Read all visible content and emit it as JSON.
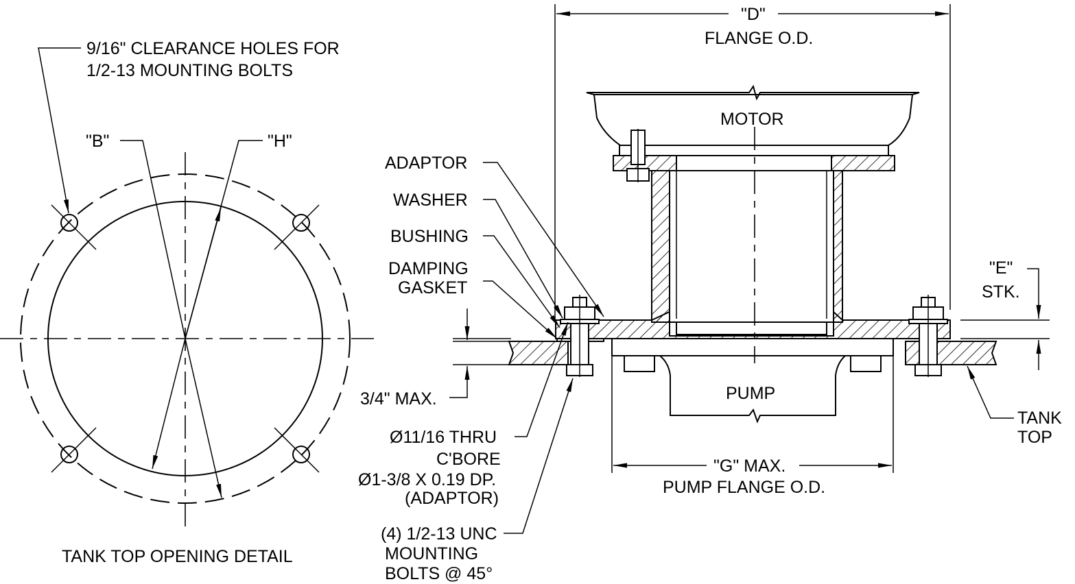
{
  "detail": {
    "title": "TANK TOP OPENING DETAIL",
    "clearance_note_line1": "9/16\" CLEARANCE HOLES FOR",
    "clearance_note_line2": "1/2-13 MOUNTING BOLTS",
    "dim_b": "\"B\"",
    "dim_h": "\"H\""
  },
  "assembly": {
    "dim_d": "\"D\"",
    "flange_od": "FLANGE O.D.",
    "motor": "MOTOR",
    "pump": "PUMP",
    "adaptor": "ADAPTOR",
    "washer": "WASHER",
    "bushing": "BUSHING",
    "damping_gasket_line1": "DAMPING",
    "damping_gasket_line2": "GASKET",
    "dim_e_line1": "\"E\"",
    "dim_e_line2": "STK.",
    "max_thickness": "3/4\" MAX.",
    "thru_hole_line1": "Ø11/16 THRU",
    "thru_hole_line2": "C'BORE",
    "thru_hole_line3": "Ø1-3/8 X 0.19 DP.",
    "thru_hole_line4": "(ADAPTOR)",
    "bolts_line1": "(4) 1/2-13 UNC",
    "bolts_line2": "MOUNTING",
    "bolts_line3": "BOLTS @ 45°",
    "dim_g": "\"G\" MAX.",
    "pump_flange_od": "PUMP FLANGE O.D.",
    "tank_top_line1": "TANK",
    "tank_top_line2": "TOP"
  }
}
